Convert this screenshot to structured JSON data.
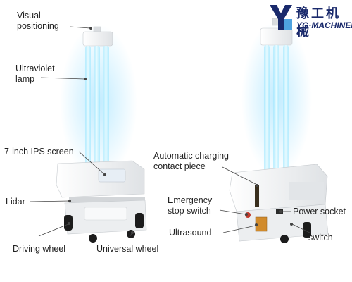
{
  "brand": {
    "chinese_name": "豫工机械",
    "english_name": "YG·MACHINERY",
    "logo_icon": "yg-logo-icon",
    "color": "#1a2a6c",
    "accent": "#4fa3e0"
  },
  "left_labels": {
    "visual_positioning": "Visual\npositioning",
    "ultraviolet_lamp": "Ultraviolet\nlamp",
    "ips_screen": "7-inch IPS screen",
    "lidar": "Lidar",
    "driving_wheel": "Driving wheel",
    "universal_wheel": "Universal wheel"
  },
  "right_labels": {
    "charging_piece": "Automatic charging\ncontact piece",
    "emergency_stop": "Emergency\nstop switch",
    "ultrasound": "Ultrasound",
    "power_socket": "Power socket",
    "switch": "switch"
  },
  "colors": {
    "uv_glow": "#7fd9ff",
    "uv_core": "#eafcff",
    "body": "#f4f5f6",
    "wheel": "#1c1c1c"
  }
}
